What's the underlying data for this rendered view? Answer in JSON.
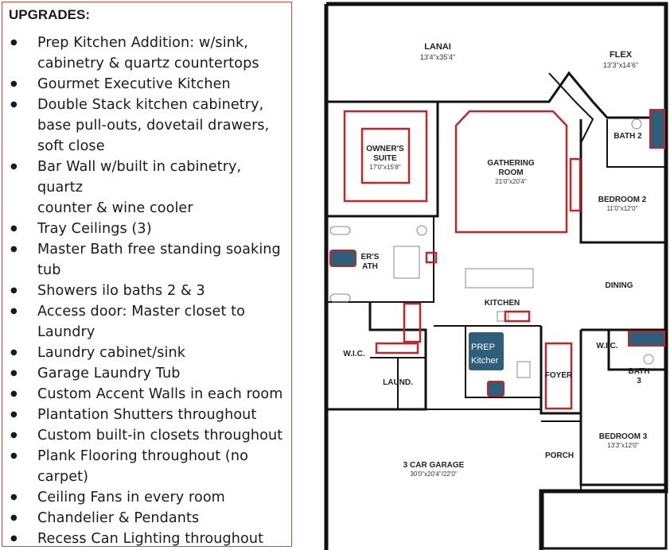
{
  "upgrades": {
    "title": "UPGRADES:",
    "items": [
      "Prep Kitchen Addition:  w/sink,\ncabinetry & quartz countertops",
      "Gourmet Executive Kitchen",
      "Double Stack kitchen cabinetry,\nbase pull-outs, dovetail drawers,\nsoft close",
      "Bar Wall w/built in cabinetry, quartz\ncounter & wine cooler",
      "Tray Ceilings (3)",
      "Master Bath free standing soaking\ntub",
      "Showers ilo baths 2 & 3",
      "Access door: Master closet to\nLaundry",
      "Laundry cabinet/sink",
      "Garage Laundry Tub",
      "Custom Accent Walls in each room",
      "Plantation Shutters throughout",
      "Custom built-in closets throughout",
      "Plank Flooring throughout (no\ncarpet)",
      "Ceiling Fans in every room",
      "Chandelier & Pendants",
      "Recess Can Lighting throughout"
    ]
  },
  "floorplan": {
    "rooms": {
      "lanai": {
        "name": "LANAI",
        "dim": "13'4\"x35'4\""
      },
      "flex": {
        "name": "FLEX",
        "dim": "13'3\"x14'6\""
      },
      "bath2": {
        "name": "BATH 2"
      },
      "owners_suite": {
        "name1": "OWNER'S",
        "name2": "SUITE",
        "dim": "17'0\"x15'8\""
      },
      "gathering": {
        "name1": "GATHERING",
        "name2": "ROOM",
        "dim": "21'0\"x20'4\""
      },
      "bedroom2": {
        "name": "BEDROOM 2",
        "dim": "11'0\"x12'0\""
      },
      "owners_bath": {
        "name1": "ER'S",
        "name2": "ATH"
      },
      "dining": {
        "name": "DINING"
      },
      "kitchen": {
        "name": "KITCHEN"
      },
      "wic1": {
        "name": "W.I.C."
      },
      "laundry": {
        "name": "LAUND."
      },
      "prep": {
        "name1": "PREP",
        "name2": "Kitcher"
      },
      "foyer": {
        "name": "FOYER"
      },
      "wic2": {
        "name": "W.I.C."
      },
      "bath3": {
        "name1": "BATH",
        "name2": "3"
      },
      "bedroom3": {
        "name": "BEDROOM 3",
        "dim": "13'3\"x12'0\""
      },
      "porch": {
        "name": "PORCH"
      },
      "garage": {
        "name": "3 CAR GARAGE",
        "dim": "30'0\"x20'4\"/22'0\""
      }
    },
    "colors": {
      "wall": "#111111",
      "accent": "#c0272d",
      "fill": "#2e5f7a"
    }
  }
}
